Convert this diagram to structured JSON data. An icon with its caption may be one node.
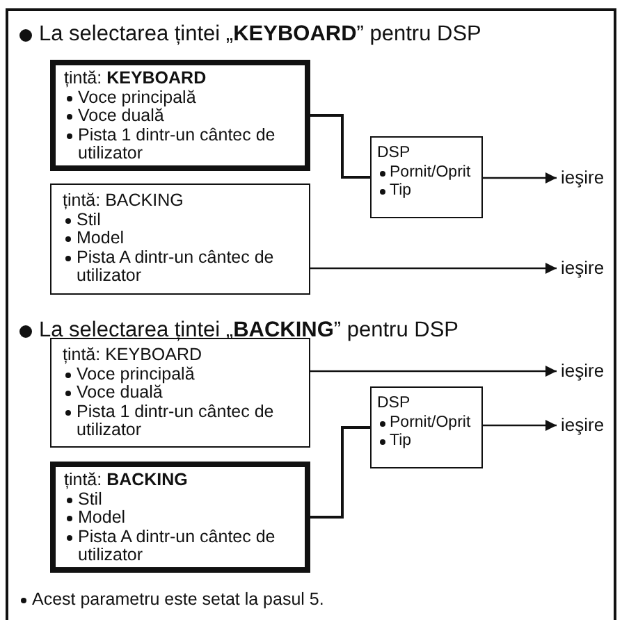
{
  "diagram": {
    "nodes": [
      {
        "text": [
          "țintă: **KEYBOARD**",
          "Voce principală",
          "Voce duală",
          "Pista 1 dintr-un cântec de utilizator"
        ]
      },
      {
        "text": [
          "țintă: BACKING",
          "Stil",
          "Model",
          "Pista A dintr-un cântec de utilizator"
        ]
      },
      {
        "text": [
          "DSP",
          "Pornit/Oprit",
          "Tip"
        ]
      },
      {
        "text": [
          "ieşire"
        ]
      },
      {
        "text": [
          "ieşire"
        ]
      },
      {
        "text": [
          "țintă: KEYBOARD",
          "Voce principală",
          "Voce duală",
          "Pista 1 dintr-un cântec de utilizator"
        ]
      },
      {
        "text": [
          "ieşire"
        ]
      },
      {
        "text": [
          "DSP",
          "Pornit/Oprit",
          "Tip"
        ]
      },
      {
        "text": [
          "ieşire"
        ]
      },
      {
        "text": [
          "țintă: **BACKING**",
          "Stil",
          "Model",
          "Pista A dintr-un cântec de utilizator"
        ]
      }
    ],
    "edges": [
      {
        "from": 0,
        "to": 2,
        "arrow": "none"
      },
      {
        "from": 2,
        "to": 3,
        "arrow": "to"
      },
      {
        "from": 1,
        "to": 4,
        "arrow": "to"
      },
      {
        "from": 5,
        "to": 6,
        "arrow": "to"
      },
      {
        "from": 9,
        "to": 7,
        "arrow": "none"
      },
      {
        "from": 7,
        "to": 8,
        "arrow": "to"
      }
    ],
    "labels": [
      "La selectarea țintei „**KEYBOARD**” pentru DSP",
      "La selectarea țintei „**BACKING**” pentru DSP",
      "Acest parametru este setat la pasul 5."
    ]
  }
}
